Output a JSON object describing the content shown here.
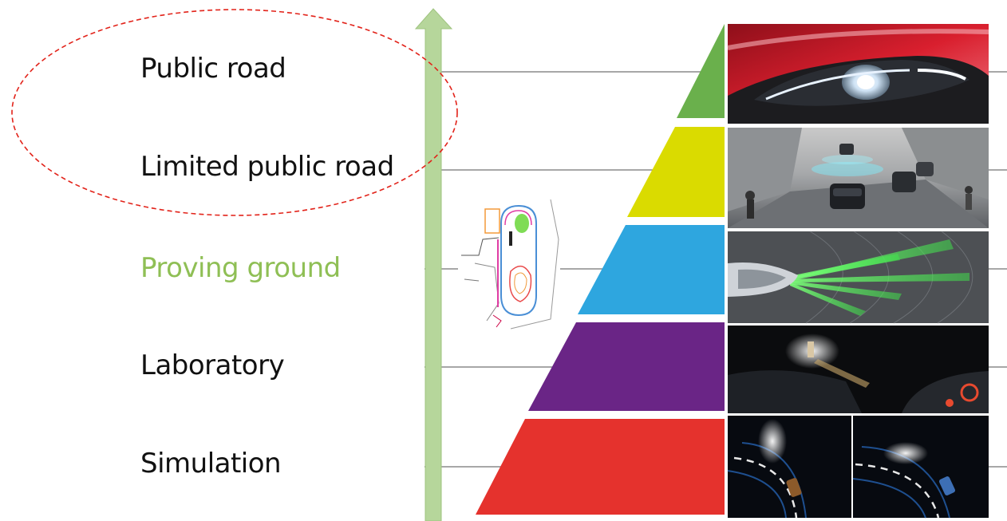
{
  "levels": [
    {
      "label": "Public road",
      "color": "#6ab04c"
    },
    {
      "label": "Limited public road",
      "color": "#dadb00"
    },
    {
      "label": "Proving ground",
      "color": "#2ea6df",
      "label_color": "#8fbf55"
    },
    {
      "label": "Laboratory",
      "color": "#6a2586"
    },
    {
      "label": "Simulation",
      "color": "#e5322d"
    }
  ],
  "colors": {
    "arrow": "#b6d69b",
    "guide_lines": "#8a8a8a",
    "highlight_ellipse": "#e2231a"
  },
  "images": [
    {
      "level": "Public road",
      "icon": "car-headlight-photo"
    },
    {
      "level": "Limited public road",
      "icon": "city-street-traffic-photo"
    },
    {
      "level": "Proving ground",
      "icon": "car-sensor-beams-photo"
    },
    {
      "level": "Laboratory",
      "icon": "dark-lab-pedestrian-photo"
    },
    {
      "level": "Simulation",
      "icon": "simulation-curve-road-photo"
    }
  ],
  "proving_ground_map_icon": "test-track-map-icon"
}
